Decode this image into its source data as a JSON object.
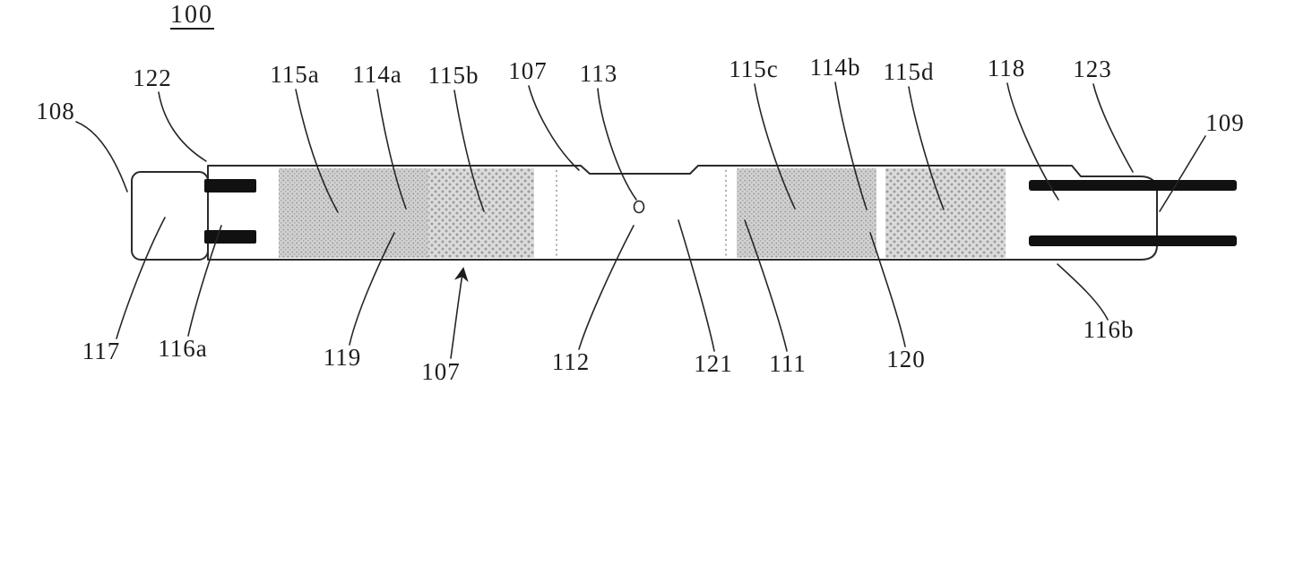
{
  "figure": {
    "number": "100",
    "labels": {
      "l108": "108",
      "l122": "122",
      "l115a": "115a",
      "l114a": "114a",
      "l115b": "115b",
      "l107_top": "107",
      "l113": "113",
      "l115c": "115c",
      "l114b": "114b",
      "l115d": "115d",
      "l118": "118",
      "l123": "123",
      "l109": "109",
      "l117": "117",
      "l116a": "116a",
      "l119": "119",
      "l107_bottom": "107",
      "l112": "112",
      "l121": "121",
      "l111": "111",
      "l120": "120",
      "l116b": "116b"
    },
    "colors": {
      "ink": "#262626",
      "zone_gray": "#c6c6c6",
      "background": "#ffffff"
    }
  }
}
